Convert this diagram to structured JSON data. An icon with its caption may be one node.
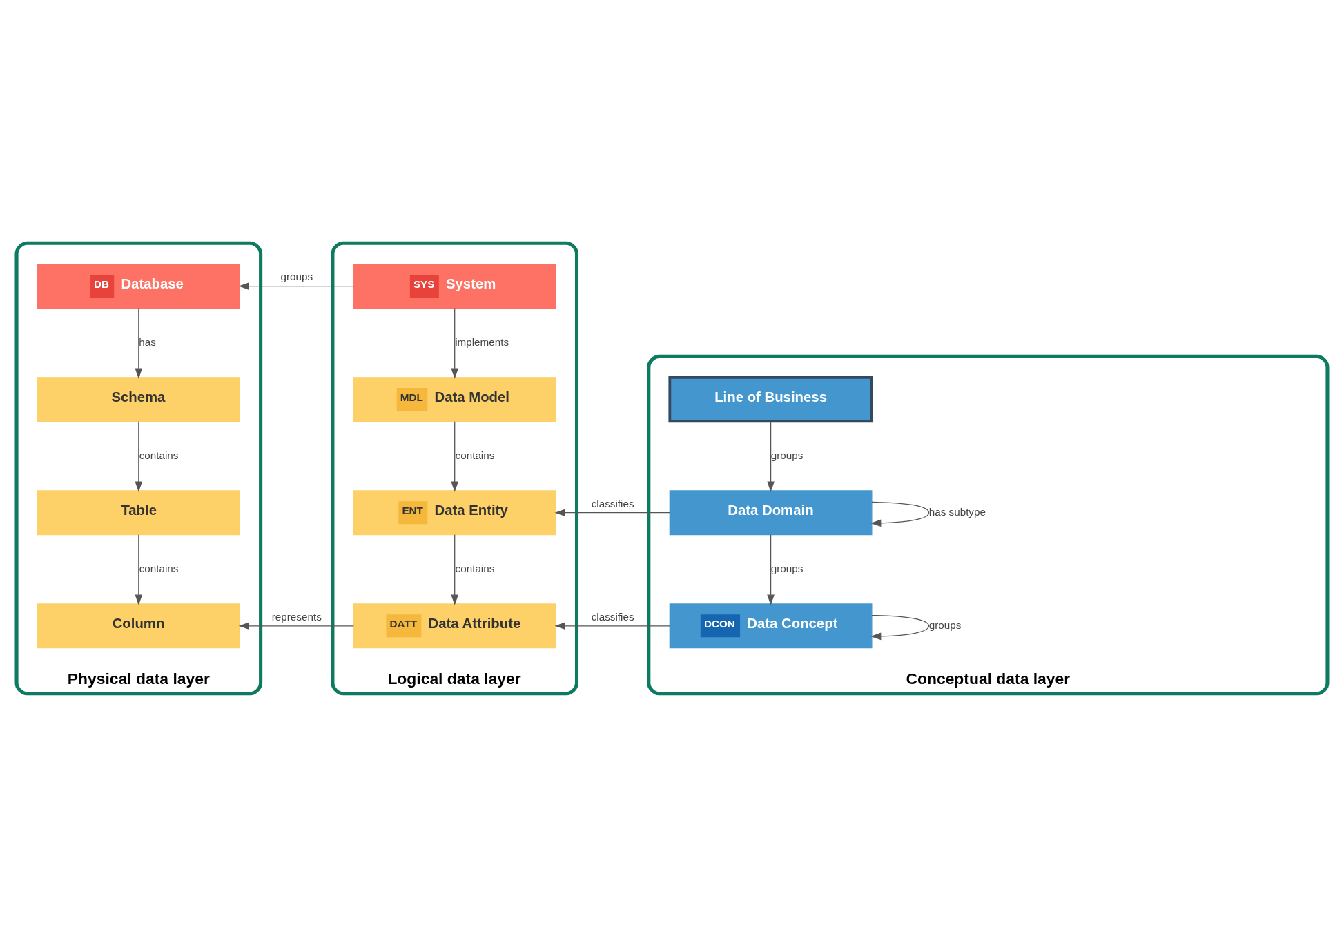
{
  "diagram": {
    "nodes": [
      {
        "text": [
          "Physical data layer"
        ]
      },
      {
        "text": [
          "DB",
          "Database"
        ],
        "in": 0
      },
      {
        "text": [
          "Schema"
        ],
        "in": 0
      },
      {
        "text": [
          "Table"
        ],
        "in": 0
      },
      {
        "text": [
          "Column"
        ],
        "in": 0
      },
      {
        "text": [
          "Logical data layer"
        ]
      },
      {
        "text": [
          "SYS",
          "System"
        ],
        "in": 5
      },
      {
        "text": [
          "MDL",
          "Data Model"
        ],
        "in": 5
      },
      {
        "text": [
          "ENT",
          "Data Entity"
        ],
        "in": 5
      },
      {
        "text": [
          "DATT",
          "Data Attribute"
        ],
        "in": 5
      },
      {
        "text": [
          "Conceptual data layer"
        ]
      },
      {
        "text": [
          "Line of Business"
        ],
        "in": 10
      },
      {
        "text": [
          "Data Domain"
        ],
        "in": 10
      },
      {
        "text": [
          "DCON",
          "Data Concept"
        ],
        "in": 10
      }
    ],
    "edges": [
      {
        "from": 6,
        "to": 1,
        "arrow": "to",
        "label": "groups"
      },
      {
        "from": 1,
        "to": 2,
        "arrow": "to",
        "label": "has"
      },
      {
        "from": 2,
        "to": 3,
        "arrow": "to",
        "label": "contains"
      },
      {
        "from": 3,
        "to": 4,
        "arrow": "to",
        "label": "contains"
      },
      {
        "from": 6,
        "to": 7,
        "arrow": "to",
        "label": "implements"
      },
      {
        "from": 7,
        "to": 8,
        "arrow": "to",
        "label": "contains"
      },
      {
        "from": 8,
        "to": 9,
        "arrow": "to",
        "label": "contains"
      },
      {
        "from": 12,
        "to": 8,
        "arrow": "to",
        "label": "classifies"
      },
      {
        "from": 12,
        "to": 12,
        "arrow": "to",
        "label": "has subtype"
      },
      {
        "from": 11,
        "to": 12,
        "arrow": "to",
        "label": "groups"
      },
      {
        "from": 12,
        "to": 13,
        "arrow": "to",
        "label": "groups"
      },
      {
        "from": 13,
        "to": 13,
        "arrow": "to",
        "label": "groups"
      },
      {
        "from": 13,
        "to": 9,
        "arrow": "to",
        "label": "classifies"
      },
      {
        "from": 9,
        "to": 4,
        "arrow": "to",
        "label": "represents"
      }
    ]
  }
}
